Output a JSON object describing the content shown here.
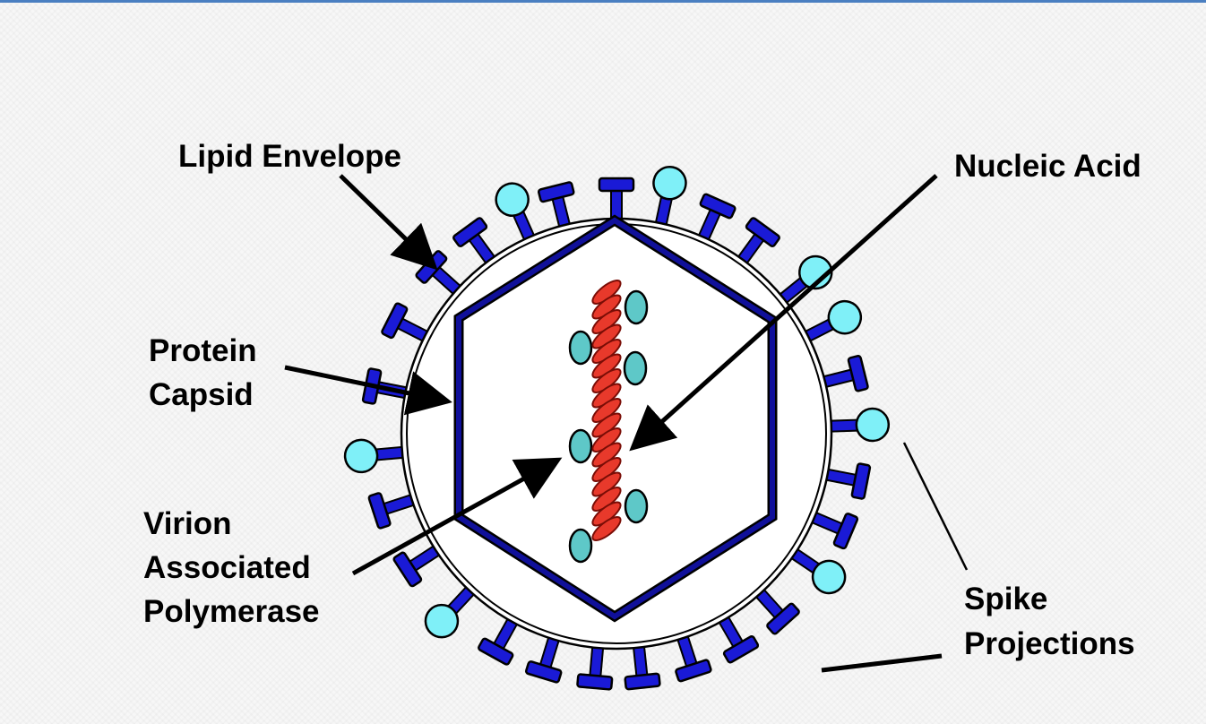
{
  "labels": {
    "lipid_envelope": "Lipid Envelope",
    "nucleic_acid": "Nucleic Acid",
    "protein_capsid_line1": "Protein",
    "protein_capsid_line2": "Capsid",
    "polymerase_line1": "Virion",
    "polymerase_line2": "Associated",
    "polymerase_line3": "Polymerase",
    "spike_line1": "Spike",
    "spike_line2": "Projections"
  },
  "colors": {
    "background": "#f7f7f7",
    "accent_rule": "#4a7fc1",
    "envelope_fill": "#ffffff",
    "capsid_stroke": "#10109a",
    "spike_knob": "#1a1ad6",
    "spike_ball": "#7ff0f8",
    "nucleic_acid": "#e8392b",
    "polymerase": "#5ec8c8"
  },
  "icons": {
    "spike_t": "t-shaped-spike-icon",
    "spike_ball": "ball-spike-icon"
  }
}
